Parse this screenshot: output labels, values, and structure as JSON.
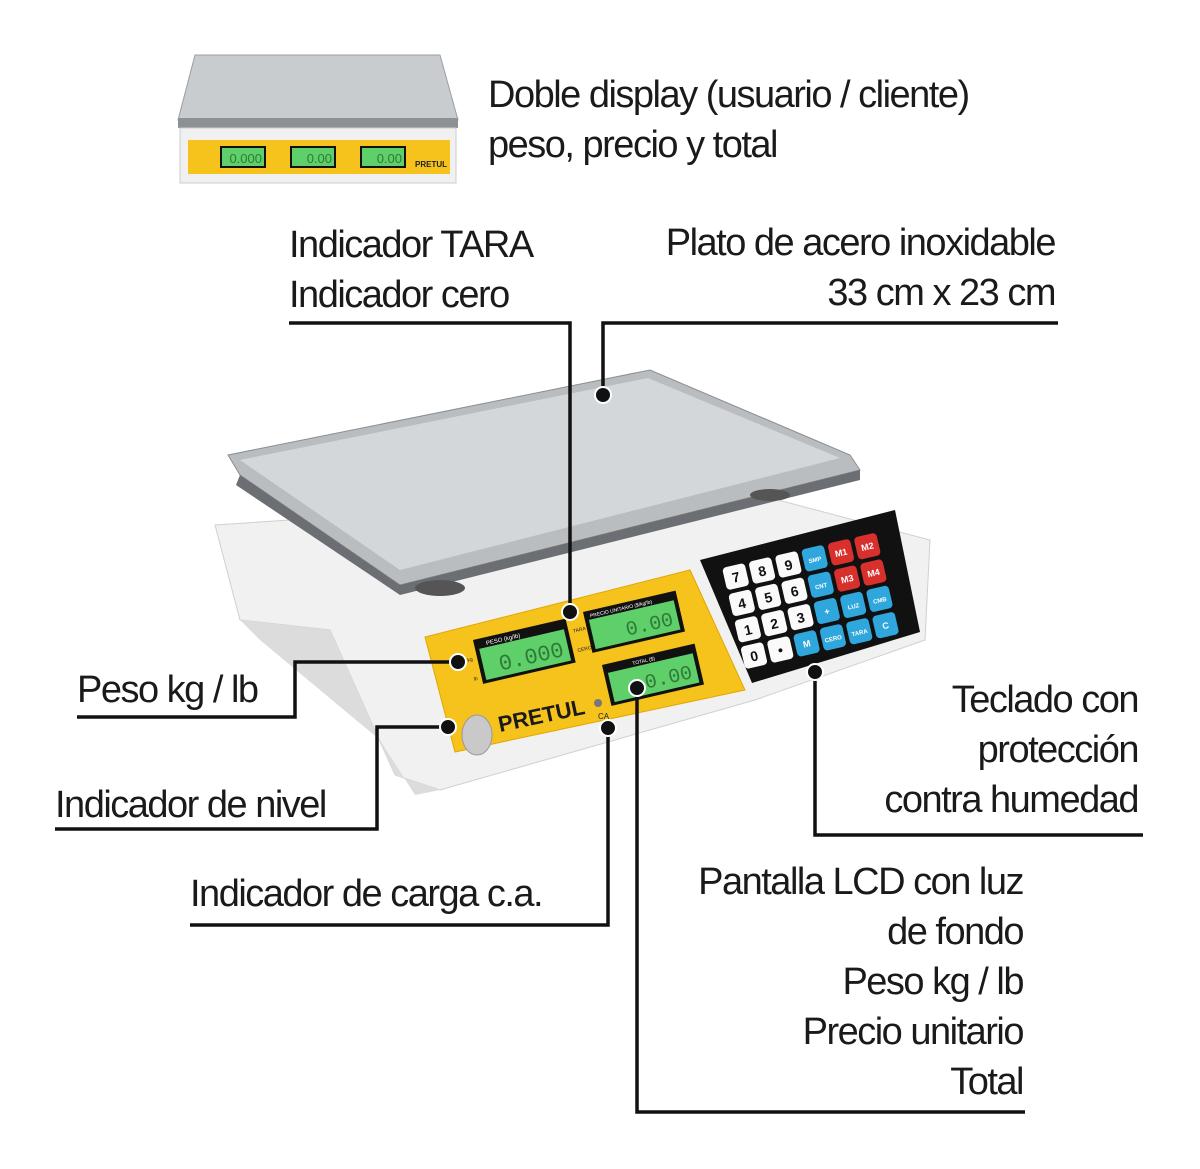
{
  "callouts": {
    "doble_display": [
      "Doble display (usuario / cliente)",
      "peso, precio y total"
    ],
    "indicador_tara": [
      "Indicador TARA",
      "Indicador cero"
    ],
    "plato": [
      "Plato de acero inoxidable",
      "33 cm x 23 cm"
    ],
    "peso": [
      "Peso kg / lb"
    ],
    "nivel": [
      "Indicador de nivel"
    ],
    "carga": [
      "Indicador de carga c.a."
    ],
    "teclado": [
      "Teclado con",
      "protección",
      "contra humedad"
    ],
    "pantalla": [
      "Pantalla LCD con luz",
      "de fondo",
      "Peso kg / lb",
      "Precio unitario",
      "Total"
    ]
  },
  "scale": {
    "brand": "PRETUL",
    "displays": {
      "peso": {
        "title": "PESO (kg/lb)",
        "value": "0.000"
      },
      "precio": {
        "title": "PRECIO UNITARIO ($/kg/lb)",
        "value": "0.00"
      },
      "total": {
        "title": "TOTAL ($)",
        "value": "0.00"
      }
    },
    "side_labels": {
      "kg": "kg",
      "lb": "lb",
      "tara": "TARA",
      "cero": "CERO",
      "ca": "CA"
    },
    "keypad": [
      [
        "7",
        "8",
        "9",
        "SMP",
        "M1",
        "M2"
      ],
      [
        "4",
        "5",
        "6",
        "CNT",
        "M3",
        "M4"
      ],
      [
        "1",
        "2",
        "3",
        "+",
        "LUZ",
        "CMB"
      ],
      [
        "0",
        "•",
        "M",
        "CERO",
        "TARA",
        "C"
      ]
    ],
    "mini_displays": [
      "0.000",
      "0.00",
      "0.00"
    ]
  },
  "colors": {
    "yellow": "#f6c21c",
    "lcd": "#5fcf6a",
    "key_blue": "#2fa6dc",
    "key_red": "#d8302c"
  }
}
